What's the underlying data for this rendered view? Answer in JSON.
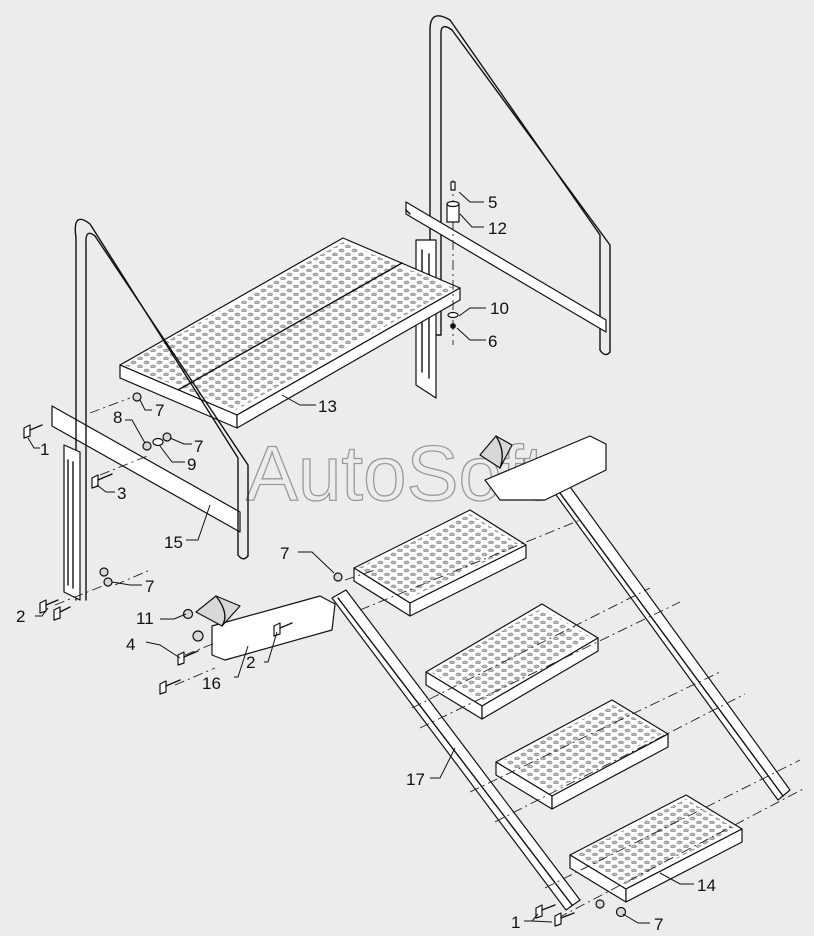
{
  "watermark": "AutoSoft",
  "callouts": {
    "c1a": "1",
    "c1b": "1",
    "c2a": "2",
    "c2b": "2",
    "c3": "3",
    "c4": "4",
    "c5": "5",
    "c6": "6",
    "c7a": "7",
    "c7b": "7",
    "c7c": "7",
    "c7d": "7",
    "c7e": "7",
    "c8": "8",
    "c9": "9",
    "c10": "10",
    "c11": "11",
    "c12": "12",
    "c13": "13",
    "c14": "14",
    "c15": "15",
    "c16": "16",
    "c17": "17"
  }
}
